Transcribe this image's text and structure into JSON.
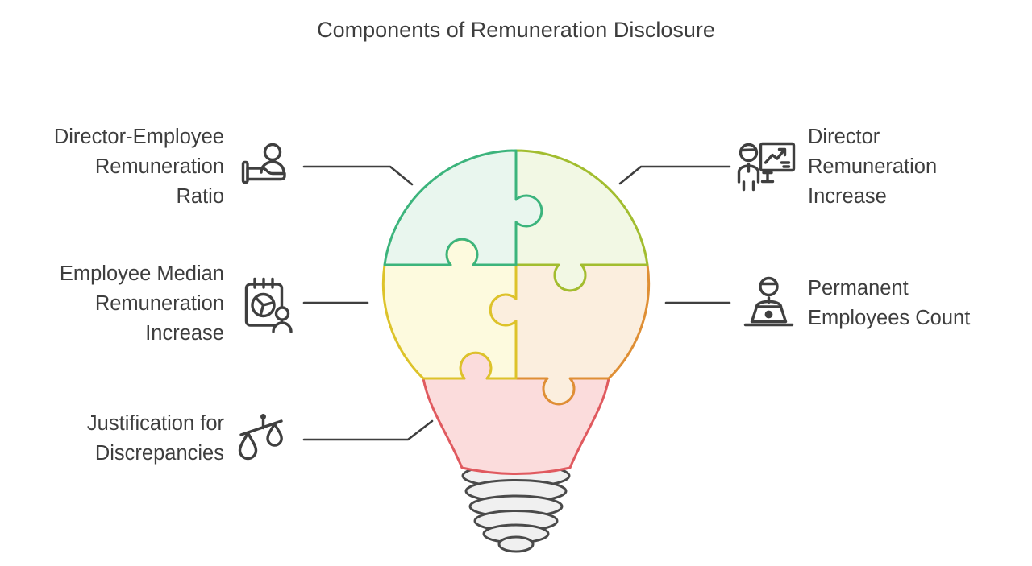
{
  "title": "Components of Remuneration Disclosure",
  "diagram": {
    "shape": "lightbulb made of five puzzle pieces with screw base",
    "items": [
      {
        "label": "Director-Employee\nRemuneration\nRatio",
        "side": "left",
        "icon": "hand-presenting-person-icon",
        "piece": "top-left",
        "piece_stroke": "#3cb47c",
        "piece_fill": "#e9f6ee"
      },
      {
        "label": "Employee Median\nRemuneration\nIncrease",
        "side": "left",
        "icon": "calendar-pie-person-icon",
        "piece": "bottom-left",
        "piece_stroke": "#ddc32a",
        "piece_fill": "#fdfade"
      },
      {
        "label": "Justification for\nDiscrepancies",
        "side": "left",
        "icon": "balance-scales-icon",
        "piece": "bulb-neck",
        "piece_stroke": "#e05a5f",
        "piece_fill": "#fbdcdc"
      },
      {
        "label": "Director\nRemuneration\nIncrease",
        "side": "right",
        "icon": "presenter-trend-board-icon",
        "piece": "top-right",
        "piece_stroke": "#a2bd2f",
        "piece_fill": "#f2f8e4"
      },
      {
        "label": "Permanent\nEmployees Count",
        "side": "right",
        "icon": "person-at-laptop-icon",
        "piece": "bottom-right",
        "piece_stroke": "#df8f35",
        "piece_fill": "#fbeede"
      }
    ]
  },
  "colors": {
    "connector": "#3f3f3f",
    "icon_stroke": "#3f3f3f",
    "text": "#3e3e3e",
    "title_text": "#3d3d3d",
    "base_stroke": "#4a4a4a",
    "base_fill": "#f0f0f0"
  }
}
